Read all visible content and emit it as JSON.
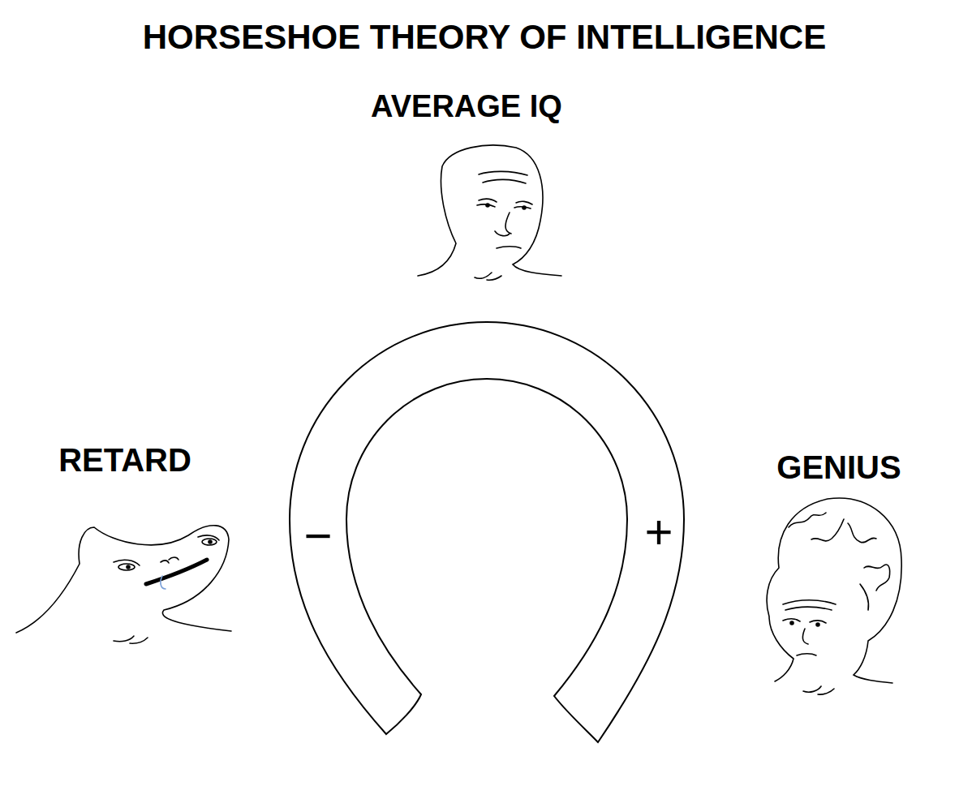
{
  "diagram": {
    "title": "HORSESHOE THEORY OF INTELLIGENCE",
    "labels": [
      "AVERAGE IQ",
      "RETARD",
      "GENIUS",
      "−",
      "+"
    ]
  }
}
